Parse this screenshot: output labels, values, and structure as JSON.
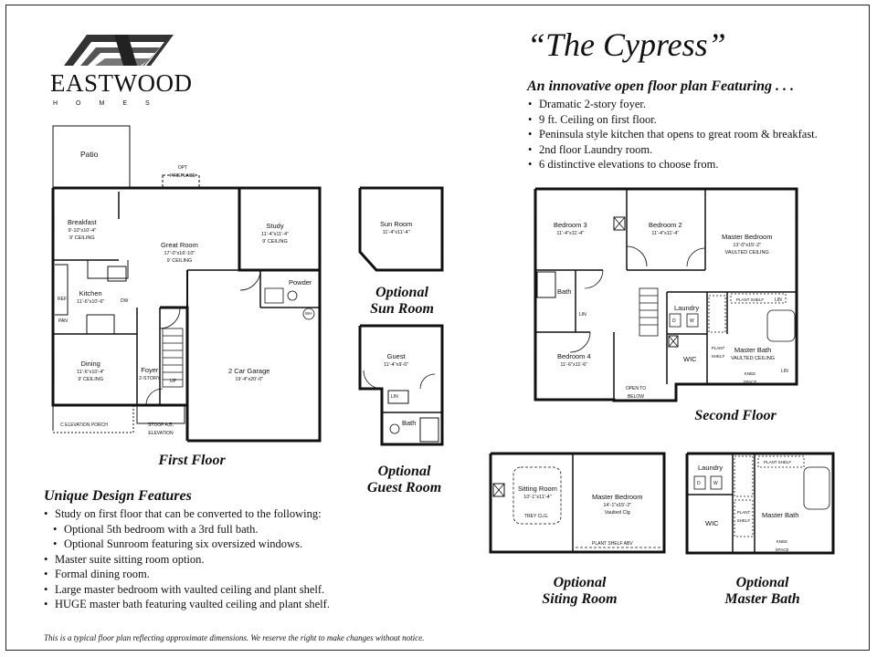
{
  "logo": {
    "name": "EASTWOOD",
    "sub": "HOMES",
    "icon": "eastwood-logo-icon"
  },
  "header": {
    "title": "“The Cypress”",
    "subtitle": "An innovative open floor plan Featuring . . .",
    "features": [
      "Dramatic 2-story foyer.",
      "9 ft. Ceiling on first floor.",
      "Peninsula style kitchen that opens to great room & breakfast.",
      "2nd floor Laundry room.",
      "6 distinctive elevations to choose from."
    ]
  },
  "first_floor": {
    "caption": "First Floor",
    "rooms": {
      "patio": "Patio",
      "opt_fireplace": "OPT FIREPLACE",
      "breakfast": {
        "name": "Breakfast",
        "dim": "9'-10\"x10'-4\"",
        "note": "9' CEILING"
      },
      "great_room": {
        "name": "Great Room",
        "dim": "17'-0\"x16'-10\"",
        "note": "9' CEILING"
      },
      "study": {
        "name": "Study",
        "dim": "11'-4\"x11'-4\"",
        "note": "9' CEILING"
      },
      "powder": "Powder",
      "kitchen": {
        "name": "Kitchen",
        "dim": "11'-6\"x10'-6\""
      },
      "ref": "REF",
      "pan": "PAN",
      "dw": "DW",
      "wh": "WH",
      "dining": {
        "name": "Dining",
        "dim": "11'-6\"x10'-4\"",
        "note": "9' CEILING"
      },
      "foyer": {
        "name": "Foyer",
        "note": "2-STORY"
      },
      "garage": {
        "name": "2 Car Garage",
        "dim": "19'-4\"x20'-0\""
      },
      "porch": "C ELEVATION PORCH",
      "stoop": "STOOP A,B, ELEVATION",
      "up": "UP"
    }
  },
  "sun_room": {
    "caption_line1": "Optional",
    "caption_line2": "Sun Room",
    "name": "Sun Room",
    "dim": "11'-4\"x11'-4\""
  },
  "guest_room": {
    "caption_line1": "Optional",
    "caption_line2": "Guest Room",
    "name": "Guest",
    "dim": "11'-4\"x9'-0\"",
    "lin": "LIN",
    "bath": "Bath"
  },
  "second_floor": {
    "caption": "Second Floor",
    "rooms": {
      "bedroom3": {
        "name": "Bedroom 3",
        "dim": "11'-4\"x11'-4\""
      },
      "bedroom2": {
        "name": "Bedroom 2",
        "dim": "11'-4\"x11'-4\""
      },
      "master": {
        "name": "Master Bedroom",
        "dim": "13'-0\"x15'-2\"",
        "note": "VAULTED CEILING"
      },
      "bath": "Bath",
      "lin": "LIN",
      "laundry": "Laundry",
      "d": "D",
      "w": "W",
      "plant_shelf": "PLANT SHELF",
      "plant_shelf2": "PLANT SHELF",
      "lin2": "LIN",
      "lin3": "LIN",
      "bedroom4": {
        "name": "Bedroom 4",
        "dim": "11'-6\"x11'-6\""
      },
      "wic": "WIC",
      "open_below": "OPEN TO BELOW",
      "master_bath": {
        "name": "Master Bath",
        "note": "VAULTED CEILING"
      },
      "knee_space": "KNEE SPACE"
    }
  },
  "sitting_room": {
    "caption_line1": "Optional",
    "caption_line2": "Siting Room",
    "name": "Sitting Room",
    "dim": "10'-1\"x11'-4\"",
    "trey": "TREY CLG.",
    "master": "Master Bedroom",
    "master_dim": "14'-1\"x15'-2\"",
    "master_note": "Vaulted Clg",
    "plant_shelf": "PLANT SHELF ABV"
  },
  "master_bath_opt": {
    "caption_line1": "Optional",
    "caption_line2": "Master Bath",
    "laundry": "Laundry",
    "d": "D",
    "w": "W",
    "plant_shelf": "PLANT SHELF",
    "plant_shelf2": "PLANT SHELF",
    "wic": "WIC",
    "name": "Master Bath",
    "knee": "KNEE SPACE"
  },
  "unique": {
    "title": "Unique Design Features",
    "items": [
      {
        "text": "Study on first floor that can be converted to the following:",
        "sub": false
      },
      {
        "text": "Optional 5th bedroom with a 3rd full bath.",
        "sub": true
      },
      {
        "text": "Optional Sunroom featuring six oversized windows.",
        "sub": true
      },
      {
        "text": "Master suite sitting room option.",
        "sub": false
      },
      {
        "text": "Formal dining room.",
        "sub": false
      },
      {
        "text": "Large master bedroom with vaulted ceiling and plant shelf.",
        "sub": false
      },
      {
        "text": "HUGE master bath featuring vaulted ceiling and plant shelf.",
        "sub": false
      }
    ]
  },
  "disclaimer": "This is a typical floor plan reflecting approximate dimensions.  We reserve the right to make changes without notice."
}
